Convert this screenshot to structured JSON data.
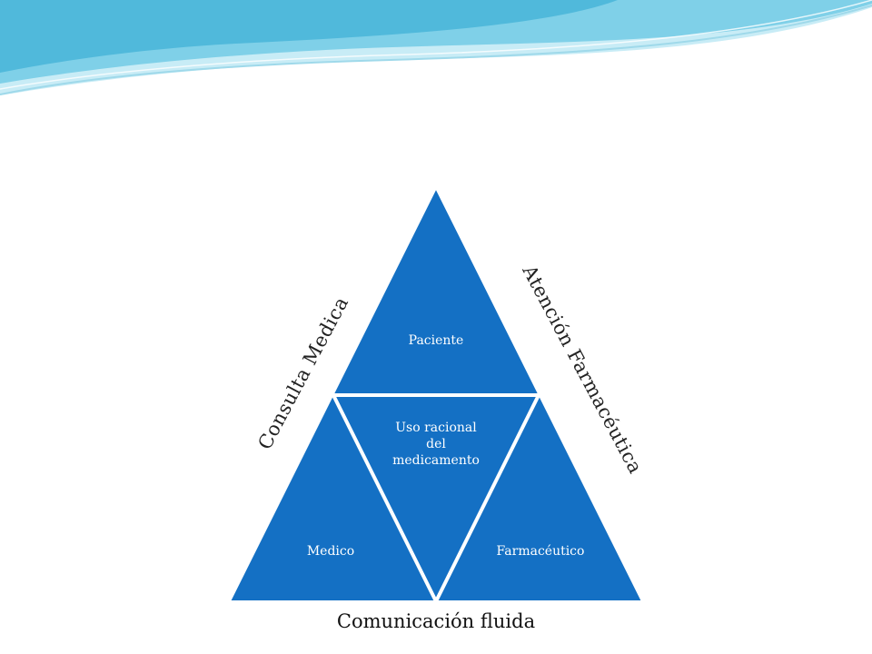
{
  "diagram": {
    "top_triangle_label": "Paciente",
    "center_triangle_label_lines": [
      "Uso racional",
      "del",
      "medicamento"
    ],
    "left_triangle_label": "Medico",
    "right_triangle_label": "Farmacéutico",
    "left_side_label": "Consulta Medica",
    "right_side_label": "Atención Farmacéutica",
    "bottom_label": "Comunicación fluida"
  },
  "colors": {
    "triangle_fill": "#1470c4",
    "triangle_border": "#ffffff",
    "swoosh_light": "#c8ecf6",
    "swoosh_mid": "#7fd0e8",
    "swoosh_dark": "#2aa6cf"
  }
}
